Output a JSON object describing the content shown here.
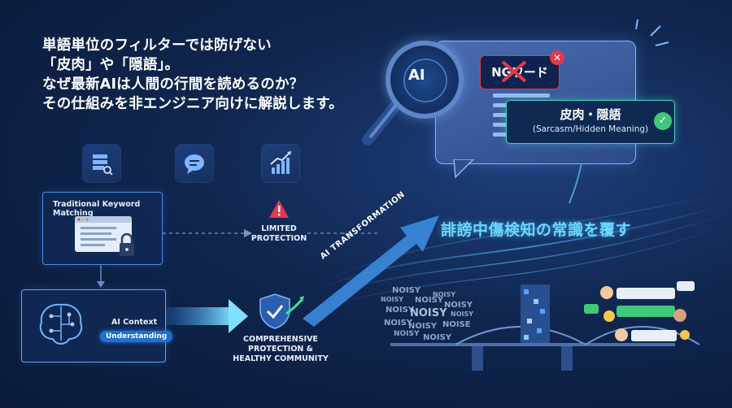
{
  "headline": {
    "text": "単語単位のフィルターでは防げない\n「皮肉」や「隠語」。\nなぜ最新AIは人間の行間を読めるのか？\nその仕組みを非エンジニア向けに解説します。"
  },
  "top_icons": [
    "database-search-icon",
    "chat-bubble-icon",
    "trending-chart-icon"
  ],
  "traditional": {
    "label": "Traditional Keyword Matching",
    "icon": "browser-lock-icon"
  },
  "limited": {
    "label": "LIMITED\nPROTECTION",
    "icon": "warning-icon"
  },
  "ai_context": {
    "label": "AI Context",
    "pill": "Understanding",
    "icon": "brain-circuit-icon"
  },
  "comprehensive": {
    "label": "COMPREHENSIVE\nPROTECTION &\nHEALTHY COMMUNITY",
    "icon": "shield-check-icon"
  },
  "transformation": {
    "label": "AI TRANSFORMATION"
  },
  "magnifier": {
    "label": "AI"
  },
  "ng_word": {
    "label": "NGワード"
  },
  "sarcasm": {
    "title": "皮肉・隠語",
    "subtitle": "(Sarcasm/Hidden Meaning)"
  },
  "tagline": {
    "text": "誹謗中傷検知の常識を覆す"
  },
  "noise_words": [
    "NOISY",
    "NOISY",
    "NOISY",
    "NOISY",
    "NOISY",
    "NOISY",
    "NOISY",
    "NOISY",
    "NOISE",
    "NOISY",
    "NOISY",
    "NOISY",
    "NOISY"
  ],
  "colors": {
    "accent_blue": "#4a8de6",
    "accent_cyan": "#6cd8ff",
    "teal": "#42d4c4",
    "alert_red": "#e03a4e",
    "check_green": "#3fc77a"
  }
}
